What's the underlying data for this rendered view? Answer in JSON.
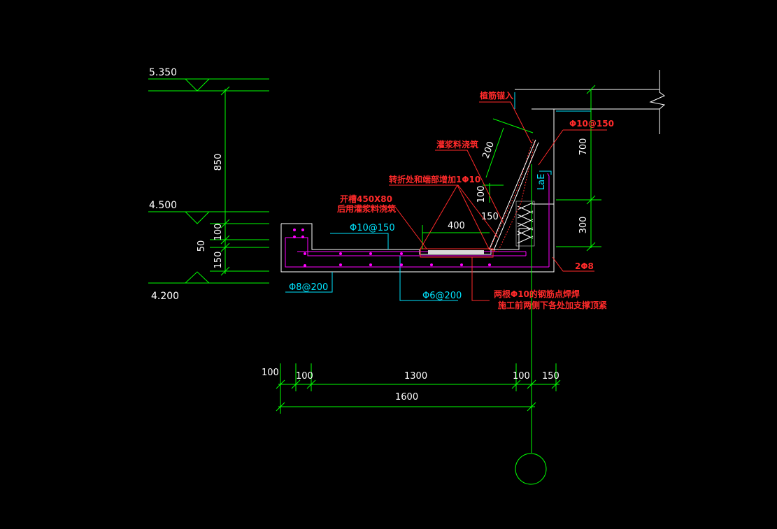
{
  "elevations": {
    "top": "5.350",
    "middle": "4.500",
    "bottom": "4.200"
  },
  "vertical_dims": {
    "d850": "850",
    "d100": "100",
    "d50": "50",
    "d150": "150",
    "d700": "700",
    "d300": "300",
    "d200": "200",
    "d100b": "100",
    "d150b": "150"
  },
  "horizontal_dims": {
    "d100_left": "100",
    "d100_second": "100",
    "d1300": "1300",
    "d100_right": "100",
    "d150_right": "150",
    "d1600": "1600",
    "d400": "400"
  },
  "annotations": {
    "plant_in": "植筋锚入",
    "rebar_top": "Φ10@150",
    "grout_pour": "灌浆料浇筑",
    "corner_add": "转折处和端部增加1Φ10",
    "groove": "开槽450X80",
    "groove_pour": "后用灌浆料浇筑",
    "slab_rebar": "Φ10@150",
    "lae": "LaE",
    "two_phi8": "2Φ8",
    "phi8_200": "Φ8@200",
    "phi6_200": "Φ6@200",
    "weld_note": "两根Φ10的钢筋点焊焊",
    "support_note": "施工前两侧下各处加支撑顶紧"
  }
}
